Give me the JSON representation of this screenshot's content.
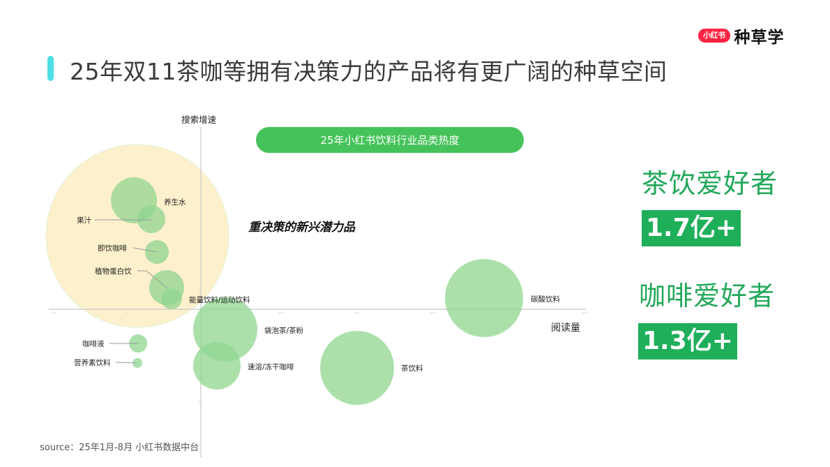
{
  "brand": {
    "pill": "小红书",
    "text": "种草学",
    "pill_color": "#ff2442"
  },
  "header": {
    "title": "25年双11茶咖等拥有决策力的产品将有更广阔的种草空间",
    "accent_color": "#4fdde6"
  },
  "chart": {
    "title": "25年小红书饮料行业品类热度",
    "zone_label": "重决策的新兴潜力品",
    "y_axis_label": "搜索增速",
    "x_axis_label": "阅读量"
  },
  "stats": [
    {
      "label": "茶饮爱好者",
      "value": "1.7亿+"
    },
    {
      "label": "咖啡爱好者",
      "value": "1.3亿+"
    }
  ],
  "source": "source：25年1月-8月 小红书数据中台",
  "chart_data": {
    "type": "scatter",
    "subtype": "bubble",
    "title": "25年小红书饮料行业品类热度",
    "xlabel": "阅读量",
    "ylabel": "搜索增速",
    "grid": false,
    "highlight_zone": {
      "label": "重决策的新兴潜力品",
      "color": "#fdf0cc",
      "members": [
        "养生水",
        "果汁",
        "即饮咖啡",
        "植物蛋白饮",
        "能量饮料/运动饮料"
      ]
    },
    "series": [
      {
        "name": "养生水",
        "x": -0.9,
        "y": 1.6,
        "size": 33
      },
      {
        "name": "果汁",
        "x": -0.65,
        "y": 1.35,
        "size": 20
      },
      {
        "name": "即饮咖啡",
        "x": -0.58,
        "y": 0.85,
        "size": 17
      },
      {
        "name": "植物蛋白饮",
        "x": -0.45,
        "y": 0.32,
        "size": 25
      },
      {
        "name": "能量饮料/运动饮料",
        "x": -0.38,
        "y": 0.15,
        "size": 15
      },
      {
        "name": "袋泡茶/茶粉",
        "x": 0.32,
        "y": -0.3,
        "size": 46
      },
      {
        "name": "速溶/冻干咖啡",
        "x": 0.21,
        "y": -0.85,
        "size": 34
      },
      {
        "name": "茶饮料",
        "x": 2.1,
        "y": -0.88,
        "size": 53
      },
      {
        "name": "碳酸饮料",
        "x": 3.75,
        "y": 0.17,
        "size": 56
      },
      {
        "name": "咖啡液",
        "x": -0.82,
        "y": -0.5,
        "size": 13
      },
      {
        "name": "营养素饮料",
        "x": -0.83,
        "y": -0.8,
        "size": 7
      }
    ],
    "bubble_color": "#8fd68f"
  }
}
